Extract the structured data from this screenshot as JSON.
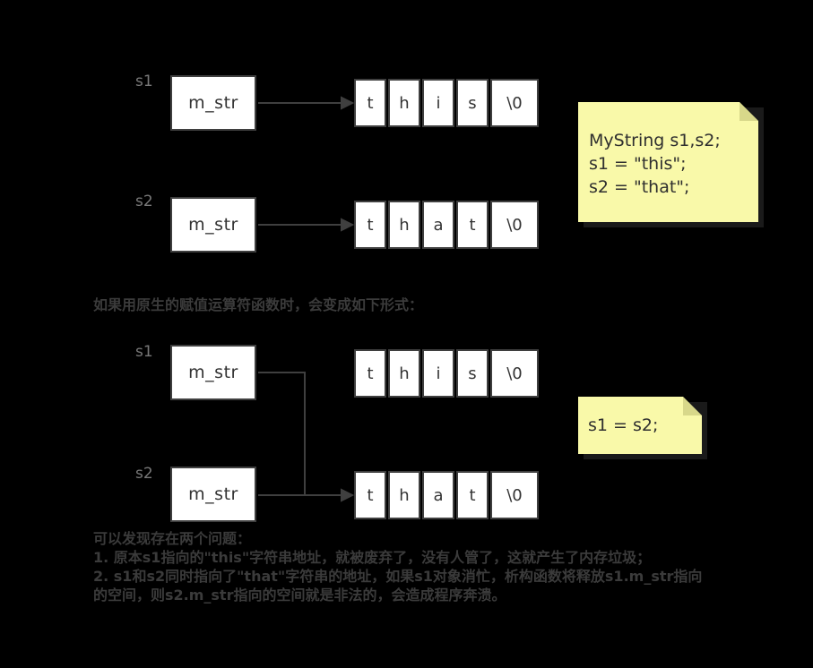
{
  "colors": {
    "background": "#000000",
    "box_border": "#3f3f3f",
    "box_fill": "#ffffff",
    "box_text": "#333333",
    "label_text": "#787878",
    "body_text": "#3b3b3b",
    "note_bg": "#f9f9a9",
    "note_fold": "#d8d88a",
    "note_text": "#2f2f2f"
  },
  "diagram_before": {
    "s1": {
      "label": "s1",
      "field": "m_str",
      "cells": [
        "t",
        "h",
        "i",
        "s",
        "\\0"
      ]
    },
    "s2": {
      "label": "s2",
      "field": "m_str",
      "cells": [
        "t",
        "h",
        "a",
        "t",
        "\\0"
      ]
    },
    "note": {
      "line1": "MyString s1,s2;",
      "line2": "s1 = \"this\";",
      "line3": "s2 = \"that\";"
    }
  },
  "caption": "如果用原生的赋值运算符函数时，会变成如下形式：",
  "diagram_after": {
    "s1": {
      "label": "s1",
      "field": "m_str",
      "cells": [
        "t",
        "h",
        "i",
        "s",
        "\\0"
      ]
    },
    "s2": {
      "label": "s2",
      "field": "m_str",
      "cells": [
        "t",
        "h",
        "a",
        "t",
        "\\0"
      ]
    },
    "note": {
      "line1": "s1 = s2;"
    }
  },
  "footer": {
    "line1": "可以发现存在两个问题：",
    "line2": "1. 原本s1指向的\"this\"字符串地址，就被废弃了，没有人管了，这就产生了内存垃圾；",
    "line3": "2. s1和s2同时指向了\"that\"字符串的地址，如果s1对象消忙，析构函数将释放s1.m_str指向",
    "line4": "的空间，则s2.m_str指向的空间就是非法的，会造成程序奔溃。"
  }
}
